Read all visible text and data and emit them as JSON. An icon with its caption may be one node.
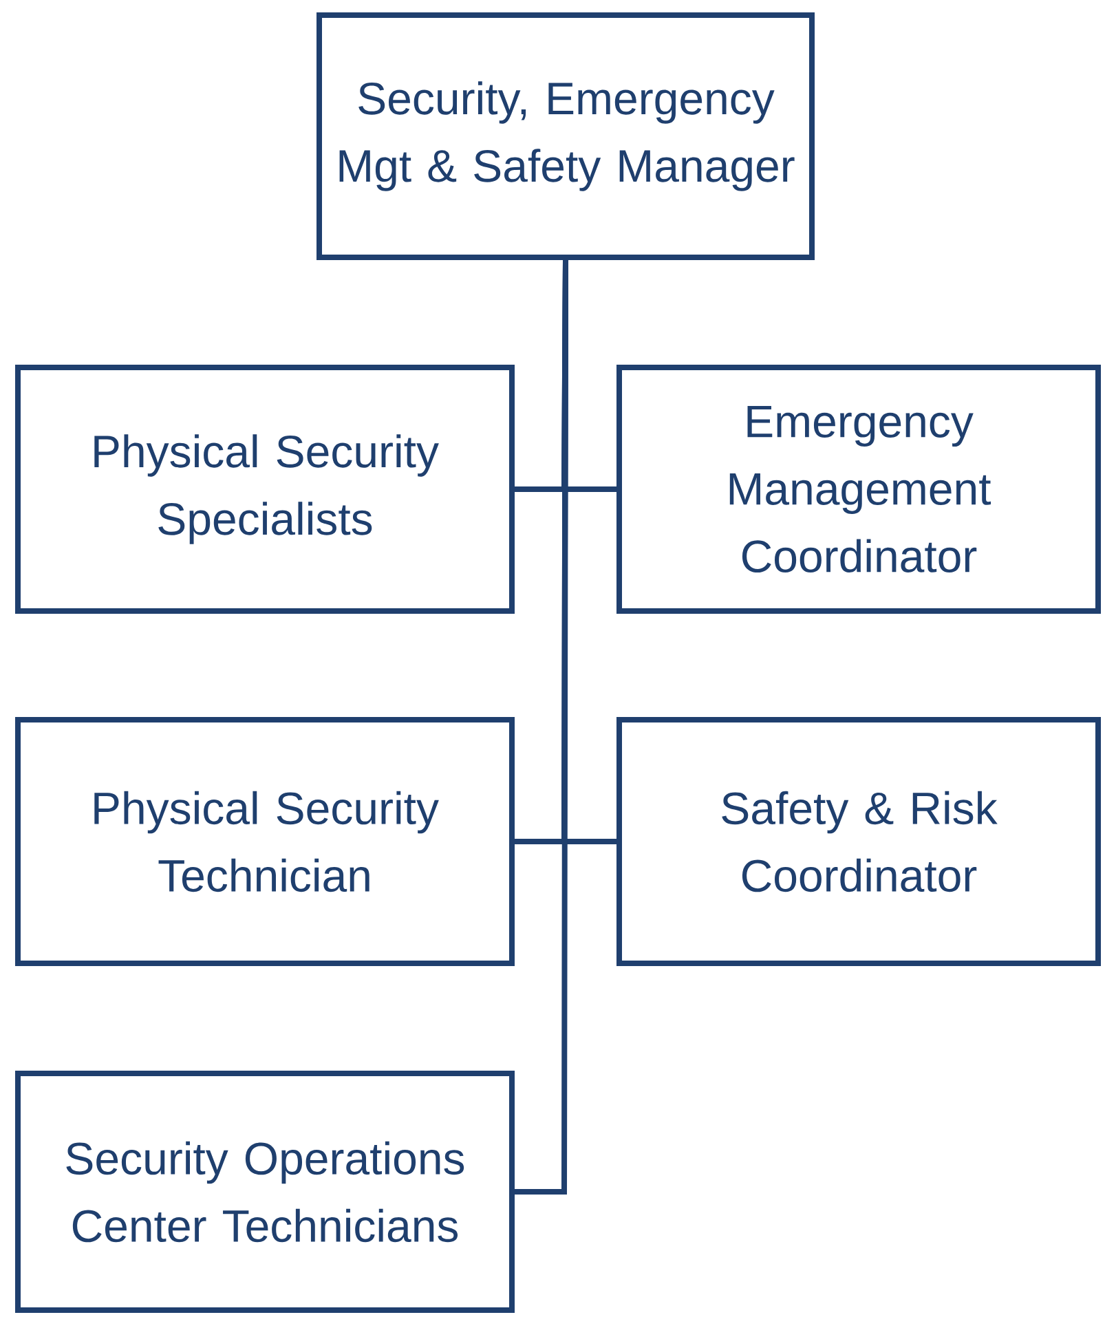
{
  "diagram": {
    "nodes": [
      {
        "text": [
          "Security, Emergency Mgt & Safety Manager"
        ]
      },
      {
        "text": [
          "Physical Security Specialists"
        ]
      },
      {
        "text": [
          "Emergency Management Coordinator"
        ]
      },
      {
        "text": [
          "Physical Security Technician"
        ]
      },
      {
        "text": [
          "Safety & Risk Coordinator"
        ]
      },
      {
        "text": [
          "Security Operations Center Technicians"
        ]
      }
    ],
    "edges": [
      {
        "from": 0,
        "to": 1,
        "arrow": "none"
      },
      {
        "from": 0,
        "to": 2,
        "arrow": "none"
      },
      {
        "from": 0,
        "to": 3,
        "arrow": "none"
      },
      {
        "from": 0,
        "to": 4,
        "arrow": "none"
      },
      {
        "from": 0,
        "to": 5,
        "arrow": "none"
      }
    ]
  }
}
